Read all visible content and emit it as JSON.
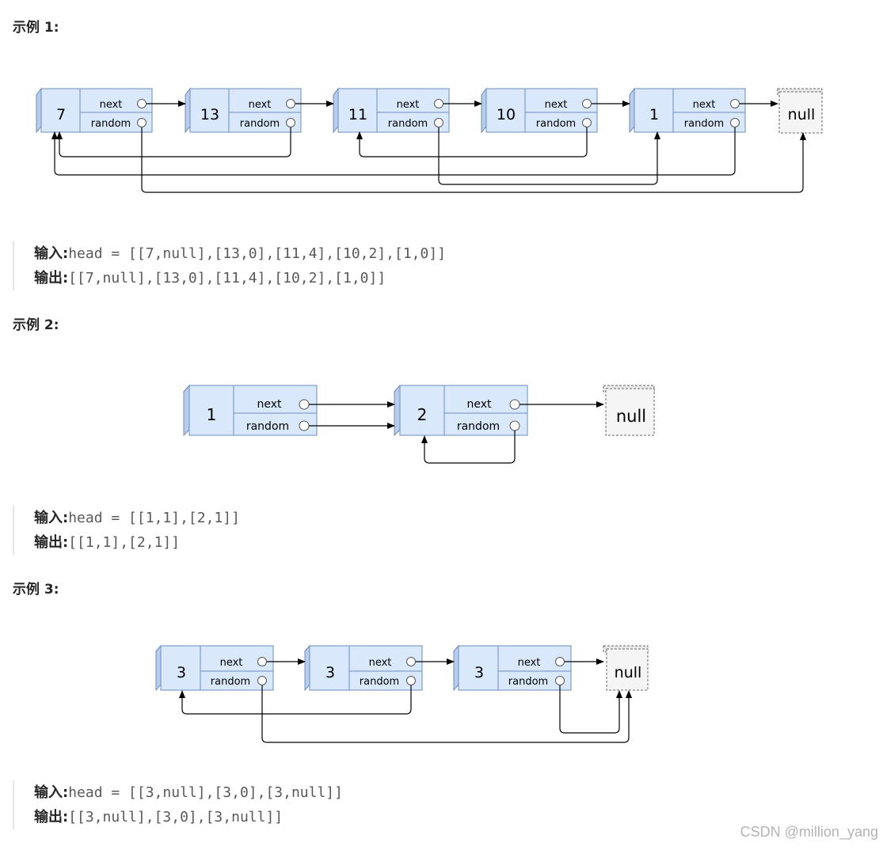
{
  "examples": [
    {
      "title": "示例 1:",
      "nodes": [
        "7",
        "13",
        "11",
        "10",
        "1"
      ],
      "null_label": "null",
      "next_label": "next",
      "random_label": "random",
      "input_label": "输入:",
      "input_value": "head = [[7,null],[13,0],[11,4],[10,2],[1,0]]",
      "output_label": "输出:",
      "output_value": "[[7,null],[13,0],[11,4],[10,2],[1,0]]"
    },
    {
      "title": "示例 2:",
      "nodes": [
        "1",
        "2"
      ],
      "null_label": "null",
      "next_label": "next",
      "random_label": "random",
      "input_label": "输入:",
      "input_value": "head = [[1,1],[2,1]]",
      "output_label": "输出:",
      "output_value": "[[1,1],[2,1]]"
    },
    {
      "title": "示例 3:",
      "nodes": [
        "3",
        "3",
        "3"
      ],
      "null_label": "null",
      "next_label": "next",
      "random_label": "random",
      "input_label": "输入:",
      "input_value": "head = [[3,null],[3,0],[3,null]]",
      "output_label": "输出:",
      "output_value": "[[3,null],[3,0],[3,null]]"
    }
  ],
  "watermark": "CSDN @million_yang",
  "colors": {
    "node_fill": "#dae8fc",
    "node_stroke": "#6c8ebf",
    "null_fill": "#f5f5f5",
    "null_stroke": "#666666",
    "arrow": "#000000"
  }
}
